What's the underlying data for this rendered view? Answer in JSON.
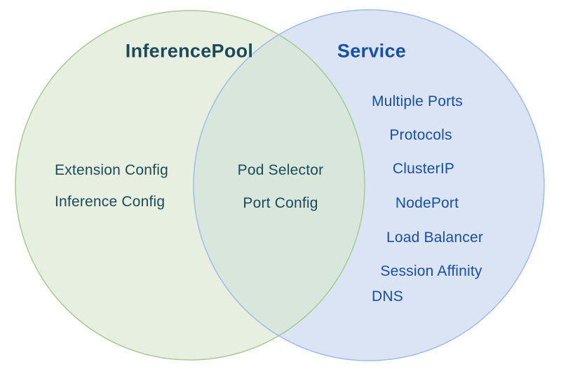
{
  "diagram": {
    "type": "venn",
    "left_set": {
      "title": "InferencePool",
      "items": [
        "Extension Config",
        "Inference Config"
      ]
    },
    "overlap_set": {
      "items": [
        "Pod Selector",
        "Port Config"
      ]
    },
    "right_set": {
      "title": "Service",
      "items": [
        "Multiple Ports",
        "Protocols",
        "ClusterIP",
        "NodePort",
        "Load Balancer",
        "Session Affinity",
        "DNS"
      ]
    },
    "colors": {
      "left_fill": "#e7efe0",
      "left_stroke": "#a8ca90",
      "right_fill": "#dbe4f5",
      "right_stroke": "#9fbbea",
      "overlap_fill": "#d9e6dc",
      "left_text": "#1d4a58",
      "right_text": "#174ea6",
      "background": "#ffffff"
    }
  }
}
